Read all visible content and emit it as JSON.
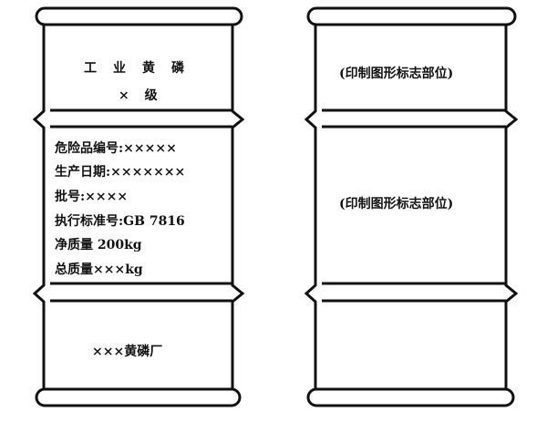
{
  "left_drum": {
    "top": {
      "title": "工业黄磷",
      "grade": "× 级"
    },
    "middle": {
      "lines": [
        "危险品编号:×××××",
        "生产日期:×××××××",
        "批号:××××",
        "执行标准号:GB 7816",
        "净质量 200kg",
        "总质量×××kg"
      ]
    },
    "bottom": {
      "manufacturer": "×××黄磷厂"
    }
  },
  "right_drum": {
    "top": {
      "placeholder": "(印制图形标志部位)"
    },
    "middle": {
      "placeholder": "(印制图形标志部位)"
    }
  }
}
